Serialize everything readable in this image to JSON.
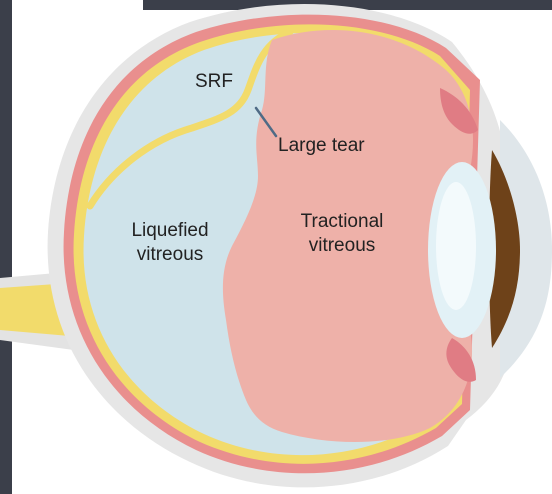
{
  "labels": {
    "srf": "SRF",
    "large_tear": "Large tear",
    "liquefied_vitreous_line1": "Liquefied",
    "liquefied_vitreous_line2": "vitreous",
    "tractional_vitreous_line1": "Tractional",
    "tractional_vitreous_line2": "vitreous"
  },
  "colors": {
    "liquefied_vitreous": "#cfe3ea",
    "tractional_vitreous": "#eeb1a9",
    "retina": "#f2db6b",
    "choroid": "#e98f8e",
    "sclera": "#e6e6e6",
    "lens": "#e2f1f6",
    "iris": "#6e4219",
    "frame": "#3b3f4a"
  }
}
